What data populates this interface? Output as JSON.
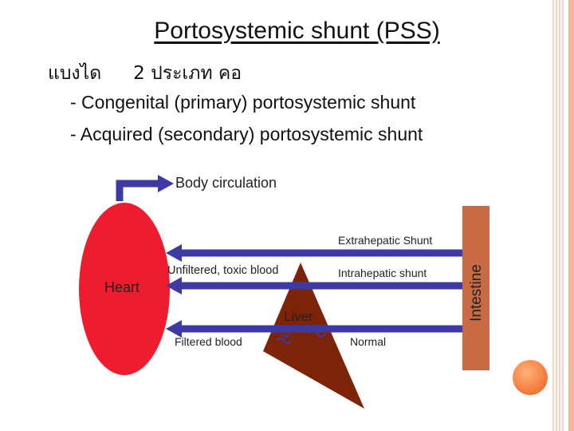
{
  "slide": {
    "title": "Portosystemic shunt (PSS)",
    "subtitle_part1": "แบงได",
    "subtitle_part2": "2 ประเภท คอ",
    "bullets": [
      "- Congenital (primary) portosystemic shunt",
      "- Acquired (secondary) portosystemic shunt"
    ]
  },
  "diagram": {
    "labels": {
      "body_circulation": "Body circulation",
      "heart": "Heart",
      "extrahepatic_shunt": "Extrahepatic Shunt",
      "unfiltered_blood": "Unfiltered, toxic blood",
      "intrahepatic_shunt": "Intrahepatic shunt",
      "liver": "Liver",
      "filtered_blood": "Filtered blood",
      "normal": "Normal",
      "intestine": "Intestine"
    },
    "colors": {
      "heart": "#ee1c2e",
      "arrow": "#3d3aa5",
      "liver": "#7d2408",
      "intestine": "#c96a45",
      "border": "#f2b79a"
    }
  }
}
